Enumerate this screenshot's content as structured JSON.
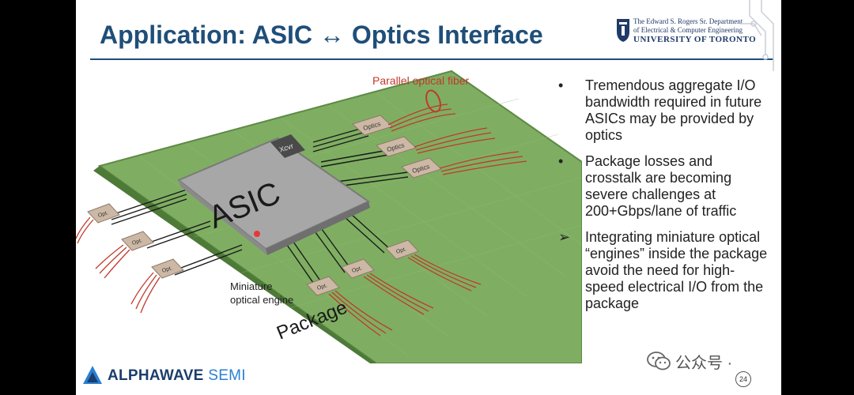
{
  "slide": {
    "title": "Application: ASIC ↔ Optics Interface",
    "institution": {
      "line1": "The Edward S. Rogers Sr. Department",
      "line2": "of Electrical & Computer Engineering",
      "line3": "UNIVERSITY OF TORONTO"
    },
    "figure": {
      "asic_label": "ASIC",
      "xcvr_label": "Xcvr",
      "optics_label": "Optics",
      "opt_label": "Opt.",
      "package_label": "Package",
      "fiber_callout": "Parallel optical fiber",
      "engine_callout_line1": "Miniature",
      "engine_callout_line2": "optical engine"
    },
    "bullets": [
      {
        "marker": "•",
        "text": "Tremendous aggregate I/O bandwidth required in future ASICs may be provided by optics"
      },
      {
        "marker": "•",
        "text": "Package losses and crosstalk are becoming severe challenges at 200+Gbps/lane of traffic"
      },
      {
        "marker": "➢",
        "text": "Integrating miniature optical “engines” inside the package avoid the need for high-speed electrical I/O from the package"
      }
    ],
    "footer": {
      "company_alpha": "ALPHAWAVE",
      "company_semi": " SEMI",
      "page_number": "24"
    }
  },
  "overlay": {
    "watermark_text": "公众号 ·"
  },
  "colors": {
    "title": "#1f4e79",
    "board": "#7fae62",
    "asic": "#9b9b9b",
    "fiber": "#c0392b"
  }
}
